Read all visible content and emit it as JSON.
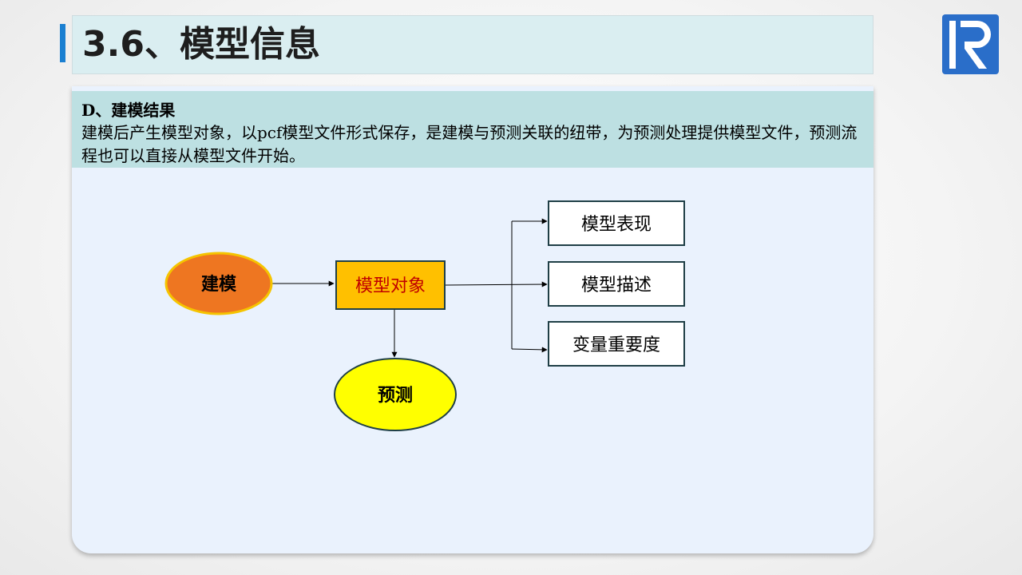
{
  "header": {
    "title": "3.6、模型信息"
  },
  "content": {
    "heading": "D、建模结果",
    "description": "建模后产生模型对象，以pcf模型文件形式保存，是建模与预测关联的纽带，为预测处理提供模型文件，预测流程也可以直接从模型文件开始。"
  },
  "diagram": {
    "nodes": {
      "modeling": "建模",
      "model_object": "模型对象",
      "prediction": "预测",
      "performance": "模型表现",
      "description": "模型描述",
      "importance": "变量重要度"
    },
    "colors": {
      "modeling_fill": "#ee7621",
      "modeling_border": "#f5c400",
      "model_object_fill": "#ffc000",
      "model_object_text": "#c00000",
      "prediction_fill": "#ffff00",
      "output_border": "#1f3f46"
    }
  },
  "logo": {
    "color": "#2a6ec9"
  }
}
